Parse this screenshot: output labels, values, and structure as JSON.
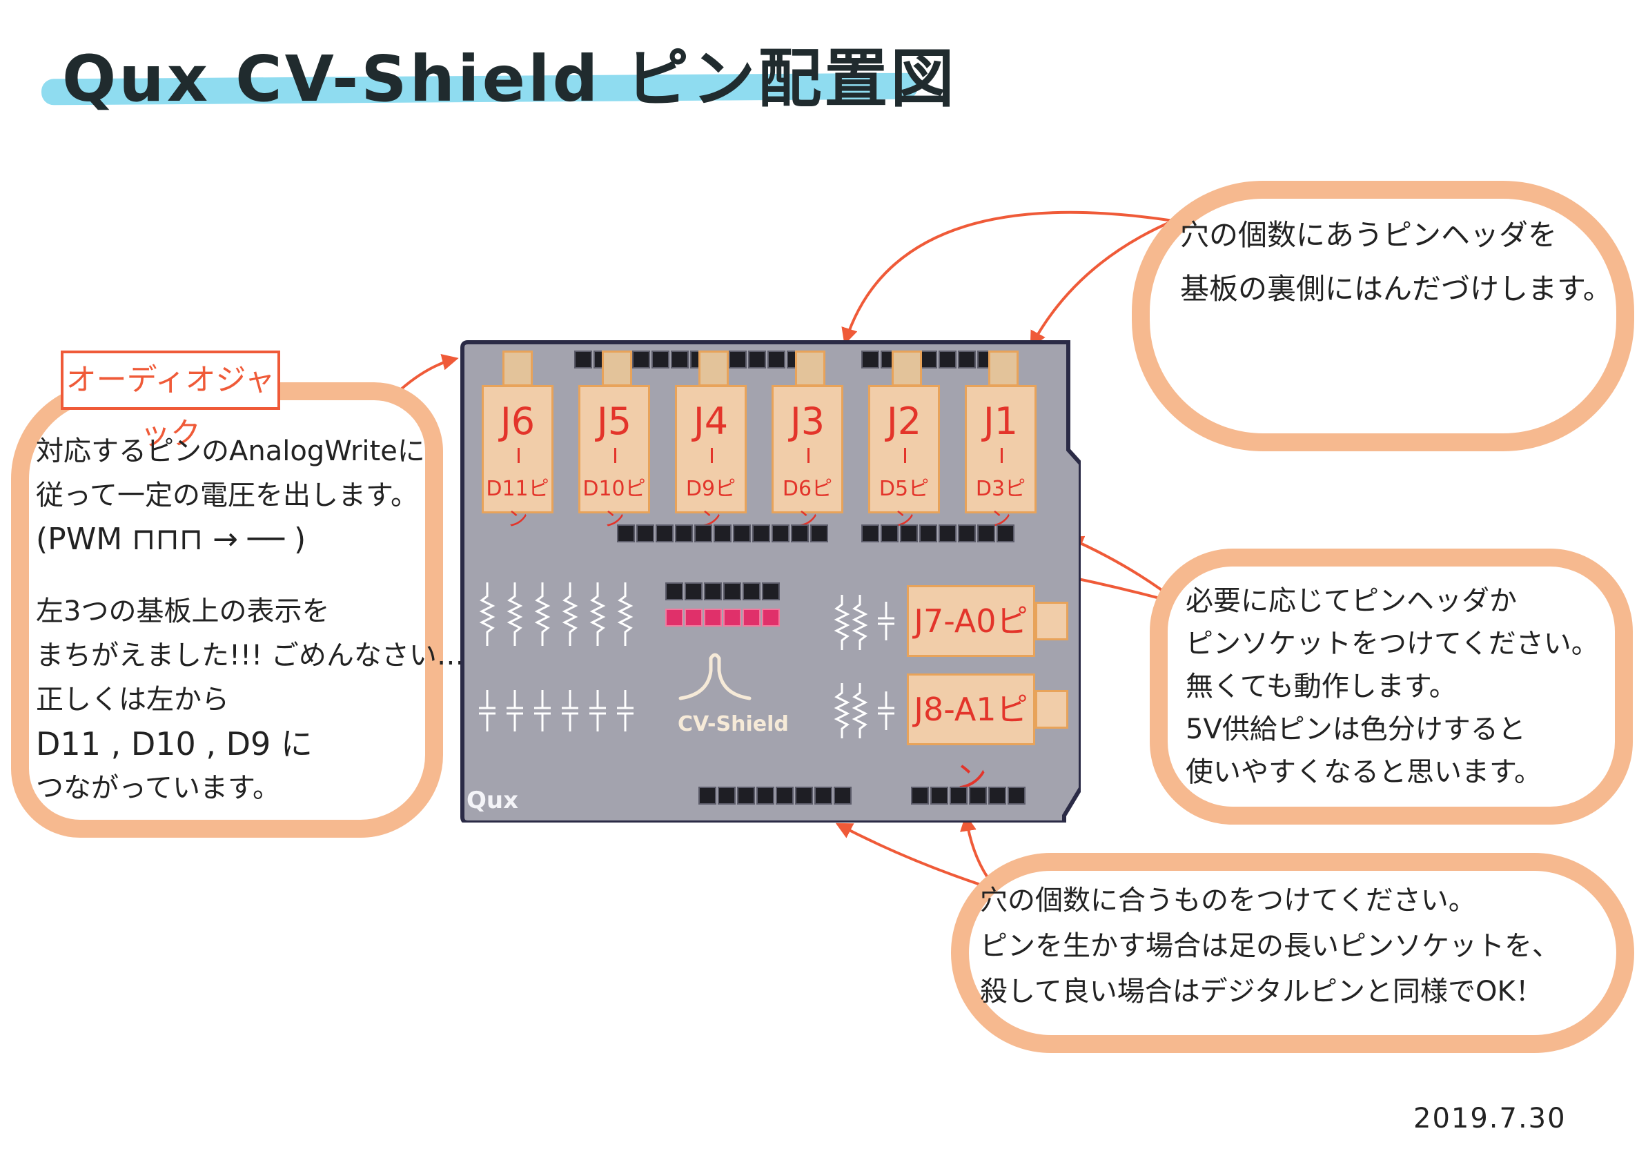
{
  "title": "Qux CV-Shield ピン配置図",
  "date": "2019.7.30",
  "audio_jack_label": "オーディオジャック",
  "left_note": {
    "lines": [
      "対応するピンのAnalogWriteに",
      "従って一定の電圧を出します。",
      "(PWM ⊓⊓⊓ → ── )",
      "",
      "左3つの基板上の表示を",
      "まちがえました!!! ごめんなさい…",
      "正しくは左から",
      "D11 , D10 , D9 に",
      "つながっています。"
    ]
  },
  "top_right_note": {
    "lines": [
      "穴の個数にあうピンヘッダを",
      "基板の裏側にはんだづけします。"
    ]
  },
  "middle_right_note": {
    "lines": [
      "必要に応じてピンヘッダか",
      "ピンソケットをつけてください。",
      "無くても動作します。",
      "5V供給ピンは色分けすると",
      "使いやすくなると思います。"
    ]
  },
  "bottom_right_note": {
    "lines": [
      "穴の個数に合うものをつけてください。",
      "ピンを生かす場合は足の長いピンソケットを、",
      "殺して良い場合はデジタルピンと同様でOK！"
    ]
  },
  "board": {
    "brand": "Qux",
    "logo_text": "CV-Shield",
    "jacks": [
      {
        "name": "J6",
        "pin": "D11ピン"
      },
      {
        "name": "J5",
        "pin": "D10ピン"
      },
      {
        "name": "J4",
        "pin": "D9ピン"
      },
      {
        "name": "J3",
        "pin": "D6ピン"
      },
      {
        "name": "J2",
        "pin": "D5ピン"
      },
      {
        "name": "J1",
        "pin": "D3ピン"
      }
    ],
    "side_jacks": [
      {
        "label": "J7-A0ピン"
      },
      {
        "label": "J8-A1ピン"
      }
    ]
  },
  "colors": {
    "board": "#a3a3ae",
    "board_outline": "#2b2b46",
    "accent_red": "#ef5a38",
    "bubble": "#f6b98f",
    "highlight": "#8fdcf0",
    "green_underline": "#9bdc4e",
    "pink_pins": "#e0306a"
  }
}
